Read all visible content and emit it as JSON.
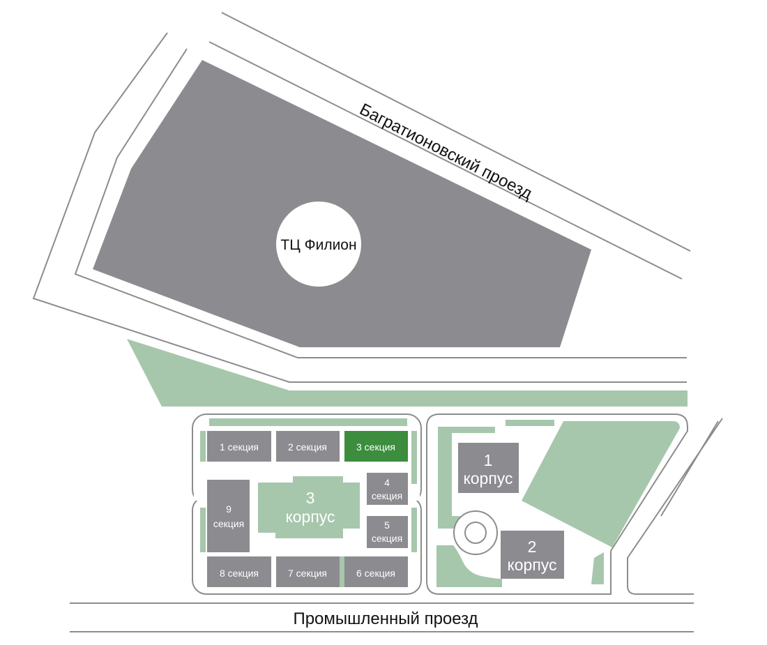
{
  "roads": {
    "bagration": "Багратионовский проезд",
    "industrial": "Промышленный проезд"
  },
  "mall": {
    "label": "ТЦ Филион"
  },
  "buildings": {
    "korpus3": {
      "number": "3",
      "word": "корпус"
    },
    "korpus1": {
      "number": "1",
      "word": "корпус"
    },
    "korpus2": {
      "number": "2",
      "word": "корпус"
    }
  },
  "sections": {
    "s1": "1 секция",
    "s2": "2 секция",
    "s3": "3 секция",
    "s4": {
      "number": "4",
      "word": "секция"
    },
    "s5": {
      "number": "5",
      "word": "секция"
    },
    "s6": "6 секция",
    "s7": "7 секция",
    "s8": "8 секция",
    "s9": {
      "number": "9",
      "word": "секция"
    }
  },
  "selected_section": "3 секция",
  "colors": {
    "building": "#8c8b90",
    "selected": "#3c8d3d",
    "greenery": "#a6c7ab",
    "road_line": "#8c8c8c"
  }
}
